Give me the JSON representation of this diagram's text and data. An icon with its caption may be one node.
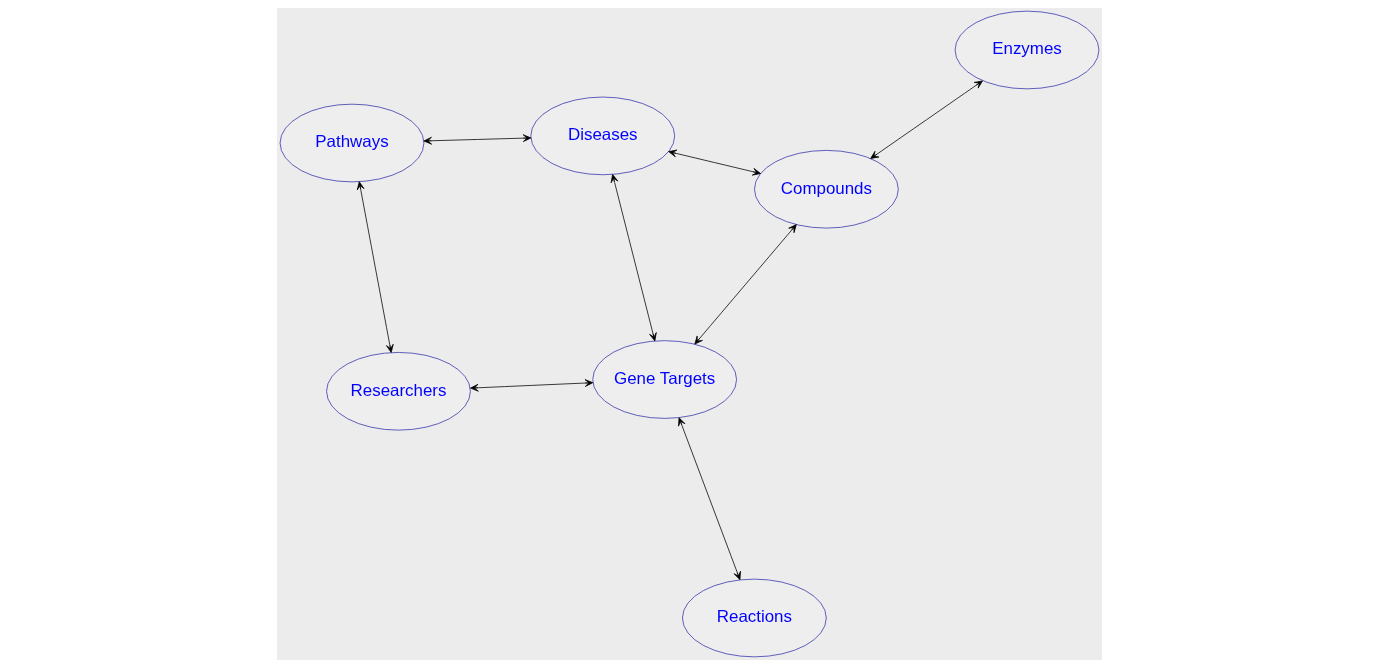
{
  "diagram": {
    "nodes": [
      {
        "text": [
          "Researchers"
        ]
      },
      {
        "text": [
          "Compounds"
        ]
      },
      {
        "text": [
          "Reactions"
        ]
      },
      {
        "text": [
          "Diseases"
        ]
      },
      {
        "text": [
          "Pathways"
        ]
      },
      {
        "text": [
          "Enzymes"
        ]
      },
      {
        "text": [
          "Gene Targets"
        ]
      }
    ],
    "edges": [
      {
        "from": 3,
        "to": 1,
        "arrow": "both"
      },
      {
        "from": 0,
        "to": 6,
        "arrow": "both"
      },
      {
        "from": 0,
        "to": 4,
        "arrow": "both"
      },
      {
        "from": 1,
        "to": 5,
        "arrow": "both"
      },
      {
        "from": 3,
        "to": 4,
        "arrow": "both"
      },
      {
        "from": 3,
        "to": 6,
        "arrow": "both"
      },
      {
        "from": 1,
        "to": 6,
        "arrow": "both"
      },
      {
        "from": 2,
        "to": 6,
        "arrow": "both"
      }
    ]
  }
}
